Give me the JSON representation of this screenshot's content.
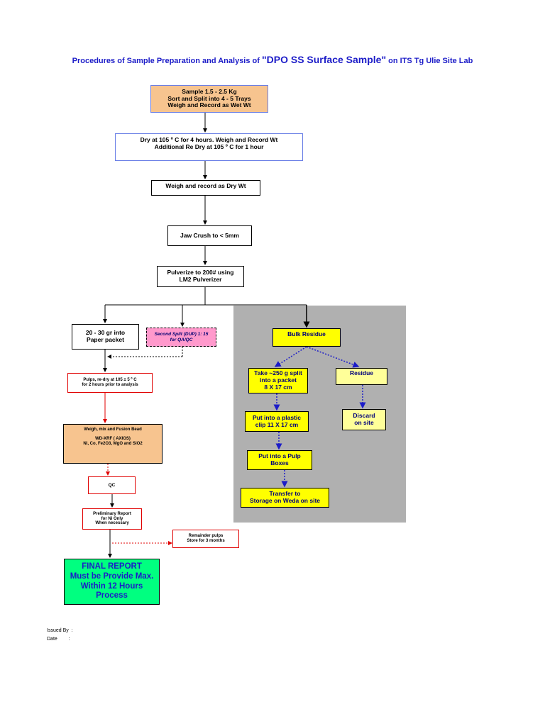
{
  "title": {
    "prefix": "Procedures of Sample Preparation and Analysis of ",
    "highlight": "\"DPO SS Surface Sample\"",
    "suffix": "  on ITS Tg Ulie  Site Lab"
  },
  "boxes": {
    "sample": [
      "Sample  1.5 -  2.5 Kg",
      "Sort and Split into 4 - 5 Trays",
      "Weigh and Record as Wet Wt"
    ],
    "dry": [
      "Dry at 105 º C  for 4 hours. Weigh and Record Wt",
      "Additional Re Dry  at 105 º C for 1 hour"
    ],
    "weigh_dry": [
      "Weigh and record as Dry Wt"
    ],
    "jaw_crush": [
      "Jaw Crush to < 5mm"
    ],
    "pulverize": [
      "Pulverize to 200# using",
      "LM2 Pulverizer"
    ],
    "paper_packet": [
      "20 - 30  gr into",
      "Paper packet"
    ],
    "second_split": [
      "Second Split (DUP) 1: 15",
      "for QA/QC"
    ],
    "bulk_residue": [
      "Bulk Residue"
    ],
    "take_split": [
      "Take ~250 g split",
      "into a packet",
      "8 X 17 cm"
    ],
    "residue": [
      "Residue"
    ],
    "plastic_clip": [
      "Put into a plastic",
      "clip 11 X 17 cm"
    ],
    "discard": [
      "Discard",
      "on site"
    ],
    "pulp_boxes": [
      "Put into a Pulp",
      "Boxes"
    ],
    "transfer": [
      "Transfer to",
      "Storage on Weda on site"
    ],
    "pulps_redry": [
      "Pulps, re-dry at 105 ± 5 º C",
      "for 2 hours prior to analysis"
    ],
    "fusion_bead": {
      "line1": "Weigh, mix and Fusion Bead",
      "line2": "WD-XRF ( AXIOS)",
      "line3": "Ni, Co, Fe2O3, MgO and SiO2"
    },
    "qc": [
      "QC"
    ],
    "preliminary": [
      "Preliminary Report",
      "for Ni Only",
      "When necessary"
    ],
    "remainder": [
      "Remainder pulps",
      "Store for 3 months"
    ],
    "final_report": [
      "FINAL REPORT",
      "Must be Provide Max.",
      "Within 12 Hours",
      "Process"
    ]
  },
  "footer": {
    "issued_by": "Issued By  :",
    "date": "Date        :"
  },
  "colors": {
    "title": "#1c1cc8",
    "orange_fill": "#f7c48f",
    "pink_fill": "#ff99cc",
    "yellow_fill": "#ffff00",
    "light_yellow_fill": "#ffff99",
    "green_fill": "#00ff80",
    "gray_panel": "#b0b0b0",
    "red_border": "#e00000",
    "blue_border": "#6a7fe6",
    "dark_blue_text": "#00007a",
    "blue_dotted": "#1c1cc8"
  }
}
